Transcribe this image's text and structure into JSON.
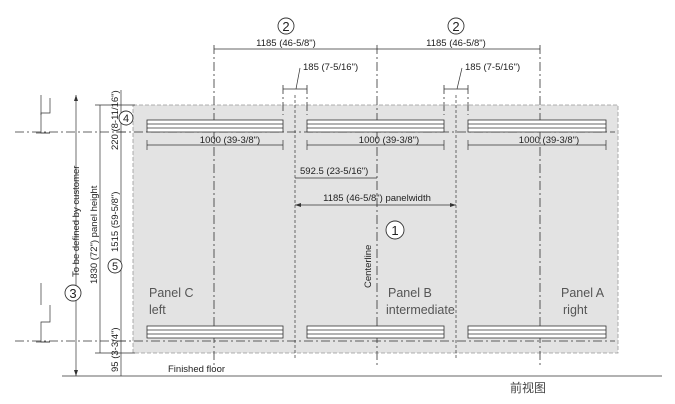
{
  "callouts": {
    "module_top_a": "2",
    "module_top_b": "2",
    "panel_width": "1",
    "total_height": "3",
    "top_height": "4",
    "mid_height": "5"
  },
  "dimensions": {
    "module_width_a": "1185 (46-5/8\")",
    "module_width_b": "1185 (46-5/8\")",
    "gap_a": "185 (7-5/16\")",
    "gap_b": "185 (7-5/16\")",
    "rail_c": "1000 (39-3/8\")",
    "rail_b": "1000 (39-3/8\")",
    "rail_a": "1000 (39-3/8\")",
    "half_width": "592.5 (23-5/16\")",
    "panel_width": "1185 (46-5/8\") panelwidth",
    "top_height": "220 (8-11/16\")",
    "mid_height": "1515 (59-5/8\")",
    "bottom_height": "95 (3-3/4\")",
    "panel_height": "1830 (72\") panel height",
    "customer_height": "To be defined by customer"
  },
  "labels": {
    "centerline": "Centerline",
    "finished_floor": "Finished floor",
    "view_title": "前视图"
  },
  "panels": [
    {
      "name": "Panel C",
      "position": "left"
    },
    {
      "name": "Panel B",
      "position": "intermediate"
    },
    {
      "name": "Panel A",
      "position": "right"
    }
  ],
  "colors": {
    "panel_fill": "#e3e3e3",
    "line": "#333333"
  }
}
